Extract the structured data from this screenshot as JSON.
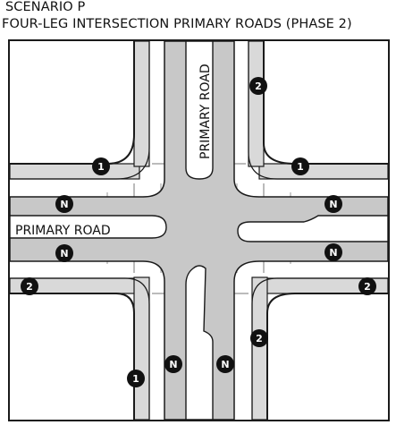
{
  "title_line1": "SCENARIO P",
  "title_line2": "FOUR-LEG INTERSECTION PRIMARY ROADS (PHASE 2)",
  "road_label_vertical": "PRIMARY ROAD",
  "road_label_horizontal": "PRIMARY ROAD",
  "markers": [
    {
      "label": "1"
    },
    {
      "label": "1"
    },
    {
      "label": "1"
    },
    {
      "label": "2"
    },
    {
      "label": "2"
    },
    {
      "label": "2"
    },
    {
      "label": "2"
    },
    {
      "label": "N"
    },
    {
      "label": "N"
    },
    {
      "label": "N"
    },
    {
      "label": "N"
    },
    {
      "label": "N"
    },
    {
      "label": "N"
    }
  ],
  "colors": {
    "road": "#c8c8c8",
    "path": "#d9d9d9",
    "line": "#1a1a1a",
    "marker": "#111111"
  }
}
